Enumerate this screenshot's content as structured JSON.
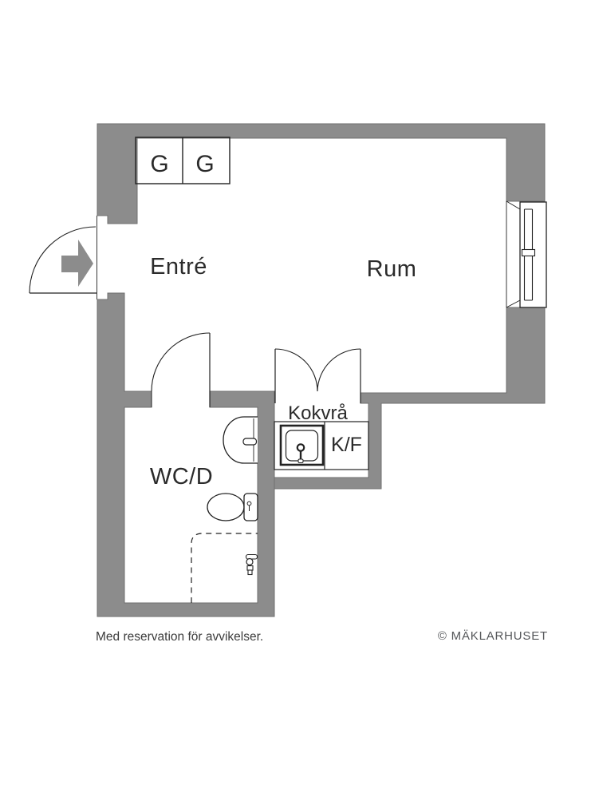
{
  "floorplan": {
    "labels": {
      "closet_left": "G",
      "closet_right": "G",
      "entre": "Entré",
      "rum": "Rum",
      "wcd": "WC/D",
      "kokvra": "Kokvrå",
      "kf": "K/F"
    },
    "fixtures": {
      "entrance_arrow": "entry-direction-arrow",
      "window": "window-symbol",
      "kitchen_sink": "sink",
      "washbasin": "washbasin",
      "toilet": "toilet",
      "shower": "shower-area-dashed"
    },
    "footer": {
      "disclaimer": "Med reservation för avvikelser.",
      "copyright": "© MÄKLARHUSET"
    },
    "colors": {
      "wall": "#8c8c8c",
      "wall-edge": "#6f6f6f",
      "ink": "#222222",
      "label": "#2b2b2b",
      "footer-left": "#3c3c3c",
      "footer-right": "#55575a"
    }
  }
}
